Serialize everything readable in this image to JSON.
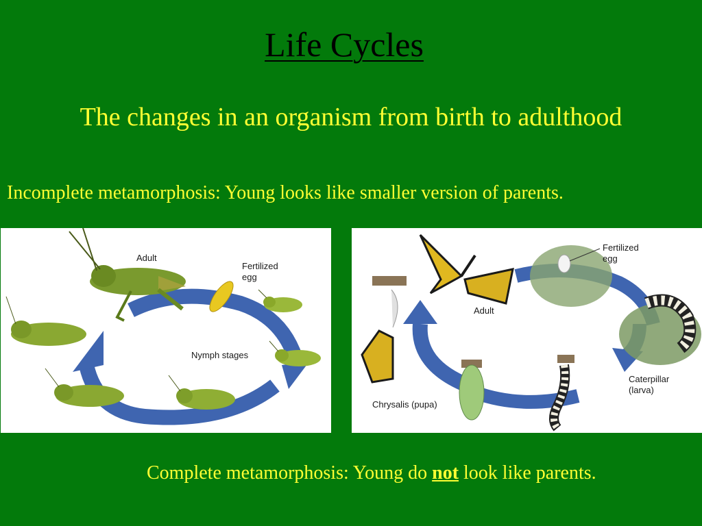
{
  "slide": {
    "title": "Life Cycles",
    "subtitle": "The changes in an organism from birth to adulthood",
    "incomplete_text": "Incomplete metamorphosis: Young looks like smaller version of parents.",
    "complete_text_before": "Complete metamorphosis: Young do ",
    "complete_text_emphasis": "not",
    "complete_text_after": " look like parents."
  },
  "grasshopper_diagram": {
    "labels": {
      "adult": "Adult",
      "egg_line1": "Fertilized",
      "egg_line2": "egg",
      "nymph": "Nymph stages"
    }
  },
  "butterfly_diagram": {
    "labels": {
      "egg_line1": "Fertilized",
      "egg_line2": "egg",
      "adult": "Adult",
      "caterpillar_line1": "Caterpillar",
      "caterpillar_line2": "(larva)",
      "chrysalis": "Chrysalis (pupa)"
    }
  },
  "colors": {
    "background": "#037a0b",
    "title": "#000000",
    "text": "#ffff33",
    "cycle_arrow": "#3f65b0"
  }
}
